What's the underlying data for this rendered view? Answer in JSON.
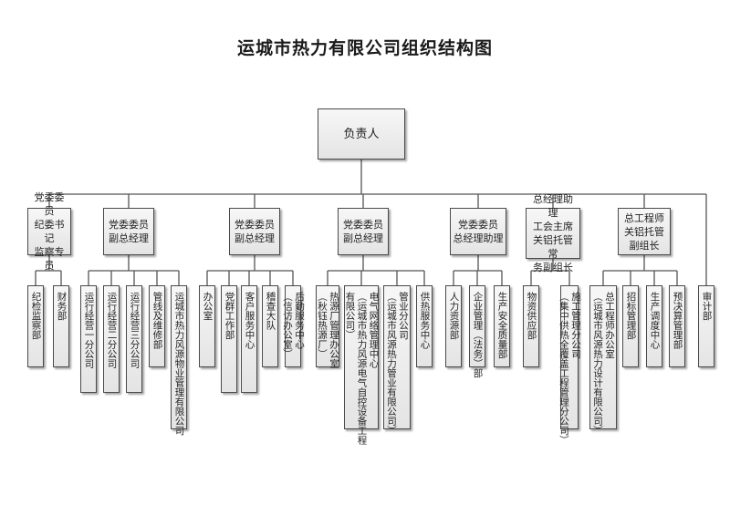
{
  "title": "运城市热力有限公司组织结构图",
  "root": "负责人",
  "groups": [
    {
      "label": "党委委员\n纪委书记\n监察专员",
      "children": [
        [
          "纪检监察部"
        ],
        [
          "财务部"
        ]
      ]
    },
    {
      "label": "党委委员\n副总经理",
      "children": [
        [
          "运行经营一分公司"
        ],
        [
          "运行经营二分公司"
        ],
        [
          "运行经营三分公司"
        ],
        [
          "管线及维修部"
        ],
        [
          "运城市热力风源物业管理有限公司"
        ]
      ]
    },
    {
      "label": "党委委员\n副总经理",
      "children": [
        [
          "办公室"
        ],
        [
          "党群工作部"
        ],
        [
          "客户服务中心"
        ],
        [
          "稽查大队"
        ],
        [
          "后勤服务中心",
          "（信访办公室）"
        ]
      ]
    },
    {
      "label": "党委委员\n副总经理",
      "children": [
        [
          "热源厂管理办公室",
          "（秋钰热源厂）"
        ],
        [
          "电气网络管理中心",
          "（运城市热力风源电气自控设备工程",
          "有限公司）"
        ],
        [
          "管业分公司",
          "（运城市风源热力管业有限公司）"
        ],
        [
          "供热服务中心"
        ]
      ]
    },
    {
      "label": "党委委员\n总经理助理",
      "children": [
        [
          "人力资源部"
        ],
        [
          "企业管理（法务）部"
        ],
        [
          "生产安全质量部"
        ]
      ]
    },
    {
      "label": "总经理助理\n工会主席\n关铝托管常\n务副组长",
      "children": [
        [
          "物资供应部"
        ],
        [
          "施工管理分公司",
          "（集中供热全覆盖工程管理分公司）"
        ]
      ]
    },
    {
      "label": "总工程师\n关铝托管\n副组长",
      "children": [
        [
          "总工程师办公室",
          "（运城市风源热力设计有限公司）"
        ],
        [
          "招标管理部"
        ],
        [
          "生产调度中心"
        ],
        [
          "预决算管理部"
        ]
      ]
    }
  ],
  "standalone": [
    "审计部"
  ]
}
